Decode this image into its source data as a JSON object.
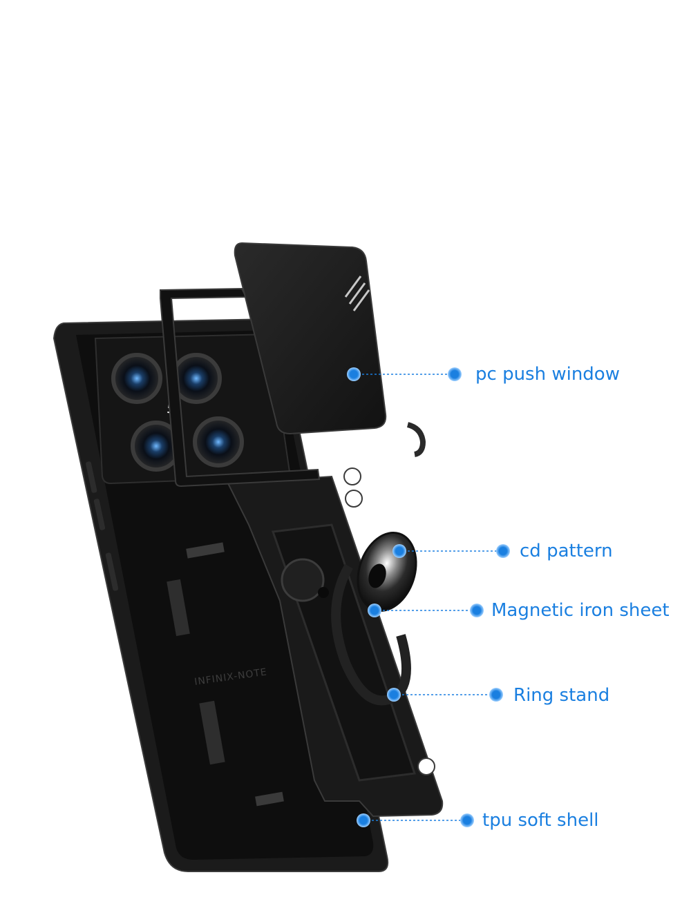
{
  "accent_color": "#1a7fe0",
  "case_color": "#161616",
  "callouts": {
    "pc_push_window": {
      "label": "pc push window"
    },
    "cd_pattern": {
      "label": "cd pattern"
    },
    "magnetic_iron_sheet": {
      "label": "Magnetic iron sheet"
    },
    "ring_stand": {
      "label": "Ring stand"
    },
    "tpu_soft_shell": {
      "label": "tpu soft shell"
    }
  },
  "phone": {
    "camera_brand": "LEICA",
    "case_logo": "INFINIX-NOTE"
  }
}
